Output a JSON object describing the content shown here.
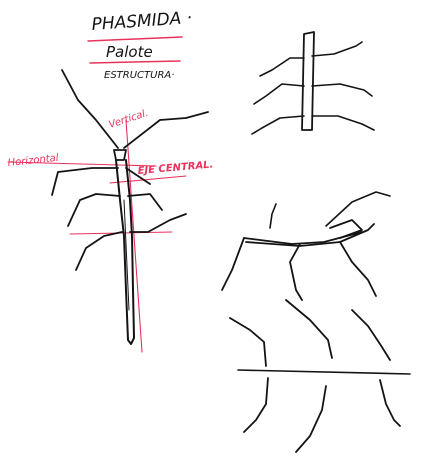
{
  "sheet": {
    "title_lines": [
      "PHASMIDA ·",
      "Palote",
      "ESTRUCTURA·"
    ],
    "labels": {
      "vertical": "Vertical.",
      "horizontal": "Horizontal",
      "central_axis": "EJE CENTRAL."
    },
    "colors": {
      "ink": "#141414",
      "construction": "#e8335b",
      "paper": "#ffffff"
    }
  }
}
